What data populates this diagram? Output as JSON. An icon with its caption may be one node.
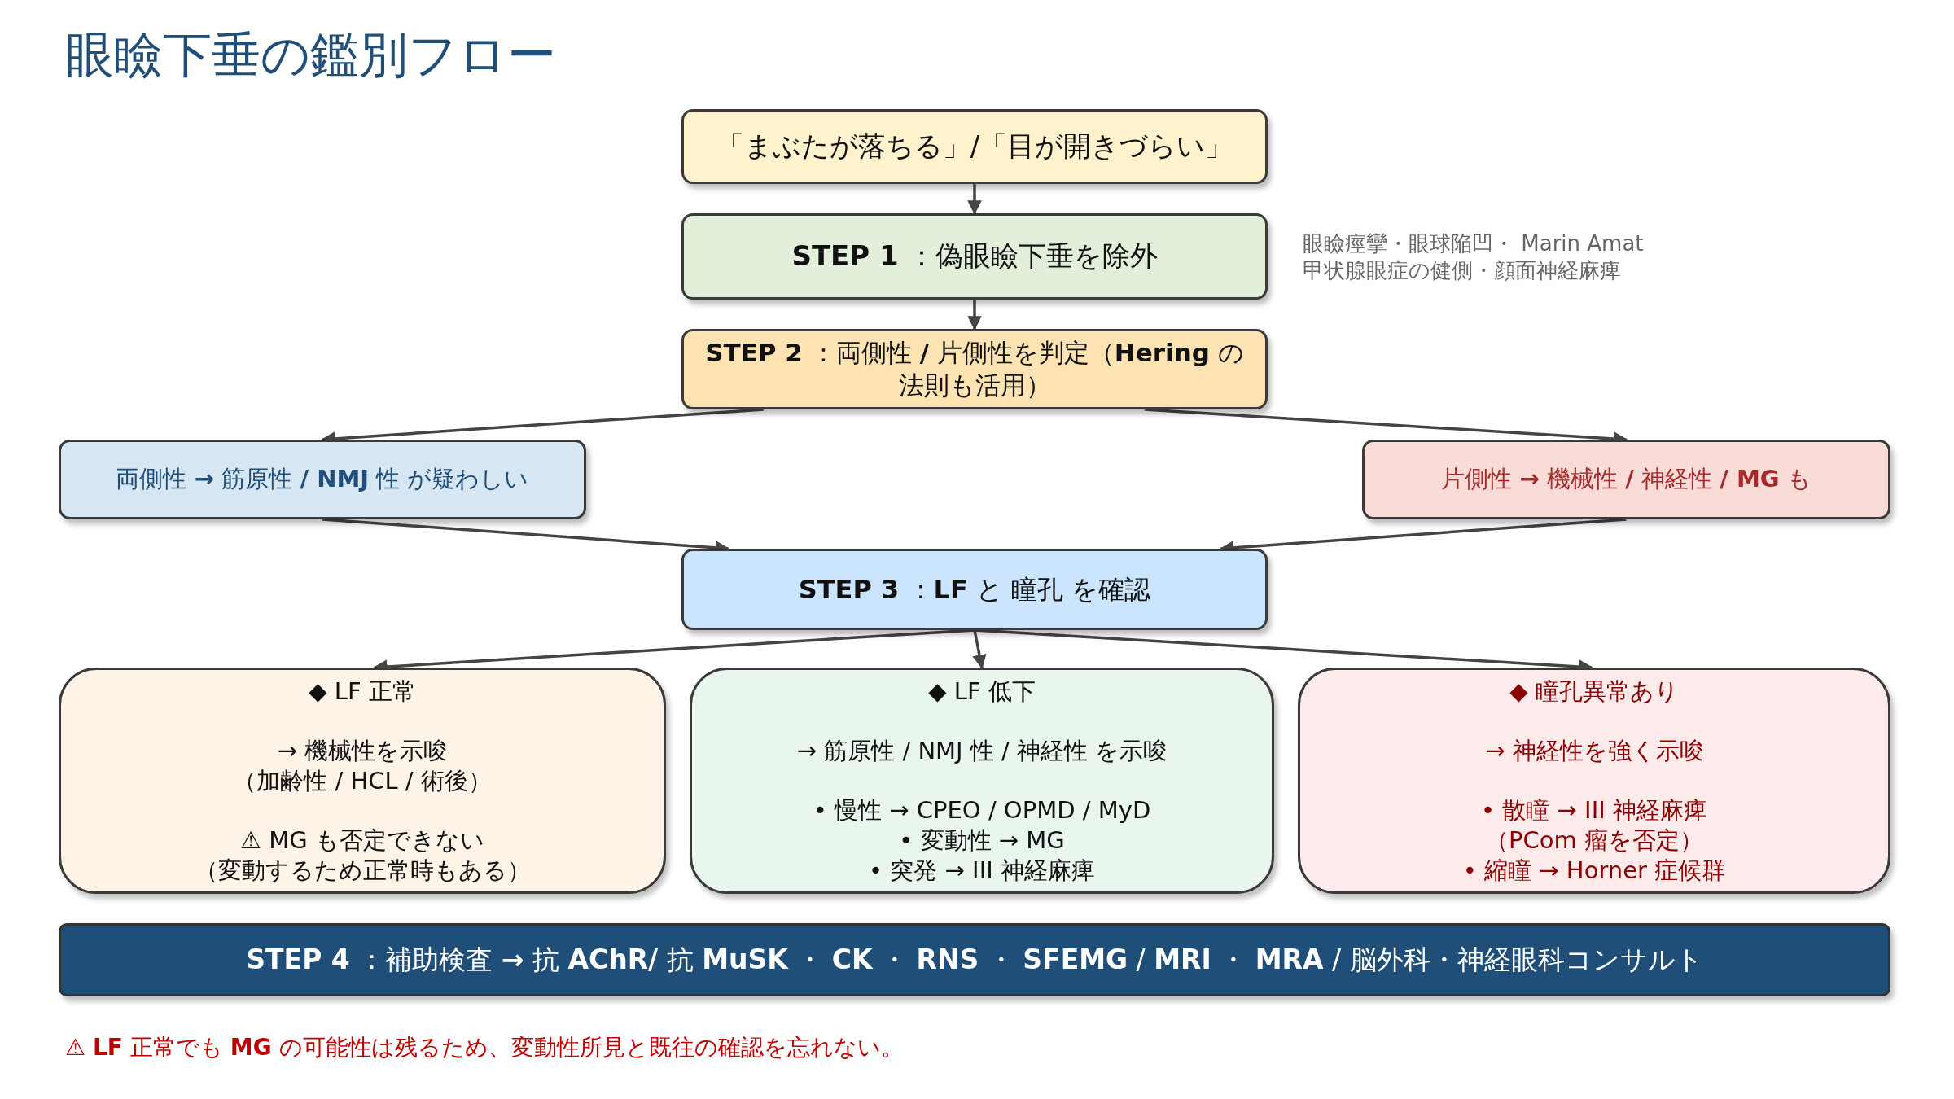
{
  "diagram": {
    "title": "眼瞼下垂の鑑別フロー",
    "nodes": [
      {
        "text": [
          "「まぶたが落ちる」/「目が開きづらい」"
        ]
      },
      {
        "text": [
          "**STEP 1** ：偽眼瞼下垂を除外"
        ],
        "beside": [
          "眼瞼痙攣・眼球陥凹・ Marin Amat",
          "甲状腺眼症の健側・顔面神経麻痺"
        ]
      },
      {
        "text": [
          "**STEP 2** ：両側性 **/** 片側性を判定（**Hering** の法則も活用）"
        ]
      },
      {
        "text": [
          "両側性 **→** 筋原性 **/ NMJ** 性 が疑わしい"
        ]
      },
      {
        "text": [
          "片側性 **→** 機械性 **/** 神経性 **/ MG** も"
        ]
      },
      {
        "text": [
          "**STEP 3** ：**LF** と 瞳孔 を確認"
        ]
      },
      {
        "text": [
          "◆ LF 正常",
          "→ 機械性を示唆",
          "（加齢性 / HCL / 術後）",
          "⚠ MG も否定できない",
          "（変動するため正常時もある）"
        ]
      },
      {
        "text": [
          "◆ LF 低下",
          "→ 筋原性 / NMJ 性 / 神経性 を示唆",
          "• 慢性 → CPEO / OPMD / MyD",
          "• 変動性 → MG",
          "• 突発 → III 神経麻痺"
        ]
      },
      {
        "text": [
          "◆ 瞳孔異常あり",
          "→ 神経性を強く示唆",
          "• 散瞳 → III 神経麻痺",
          "（PCom 瘤を否定）",
          "• 縮瞳 → Horner 症候群"
        ]
      },
      {
        "text": [
          "**STEP 4** ：補助検査 **→** 抗 **AChR/** 抗 **MuSK** ・ **CK** ・ **RNS** ・ **SFEMG** / **MRI** ・ **MRA** / 脳外科・神経眼科コンサルト"
        ]
      }
    ],
    "edges": [
      {
        "from": 0,
        "to": 1,
        "arrow": "to"
      },
      {
        "from": 1,
        "to": 2,
        "arrow": "to"
      },
      {
        "from": 2,
        "to": 3,
        "arrow": "to"
      },
      {
        "from": 2,
        "to": 4,
        "arrow": "to"
      },
      {
        "from": 3,
        "to": 5,
        "arrow": "to"
      },
      {
        "from": 4,
        "to": 5,
        "arrow": "to"
      },
      {
        "from": 5,
        "to": 6,
        "arrow": "to"
      },
      {
        "from": 5,
        "to": 7,
        "arrow": "to"
      },
      {
        "from": 5,
        "to": 8,
        "arrow": "to"
      }
    ],
    "labels": [
      "⚠ **LF** 正常でも **MG** の可能性は残るため、変動性所見と既往の確認を忘れない。"
    ]
  }
}
